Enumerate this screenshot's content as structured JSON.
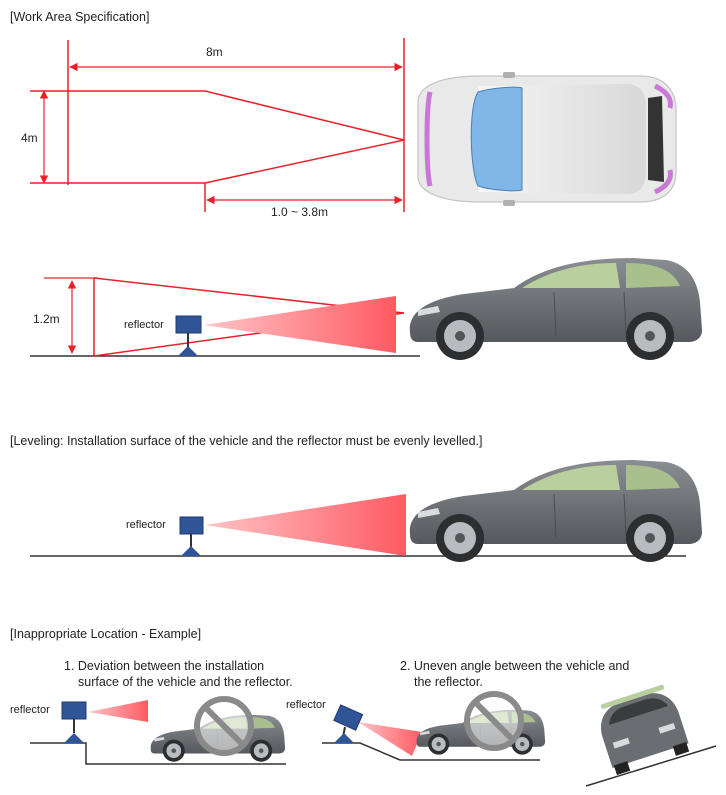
{
  "colors": {
    "accent_line": "#e8202a",
    "beam_fill": "#ff7a80",
    "reflector": "#2f5597",
    "car_body": "#6d7175",
    "ground": "#333333"
  },
  "sections": {
    "work_area": {
      "heading": "[Work Area Specification]",
      "dim_width": "8m",
      "dim_height": "4m",
      "dim_offset": "1.0 ~ 3.8m",
      "icon": "car-top-view"
    },
    "side_view": {
      "dim_height": "1.2m",
      "reflector_label": "reflector"
    },
    "leveling": {
      "heading": "[Leveling: Installation surface of the vehicle and the reflector must be evenly levelled.]",
      "reflector_label": "reflector"
    },
    "inappropriate": {
      "heading": "[Inappropriate Location - Example]",
      "example1": {
        "line1": "1. Deviation between the installation",
        "line2": "surface of the vehicle and the reflector.",
        "reflector_label": "reflector",
        "icon": "prohibited-icon"
      },
      "example2": {
        "line1": "2. Uneven angle between the vehicle and",
        "line2": "the reflector.",
        "reflector_label": "reflector",
        "icon": "prohibited-icon"
      }
    }
  }
}
